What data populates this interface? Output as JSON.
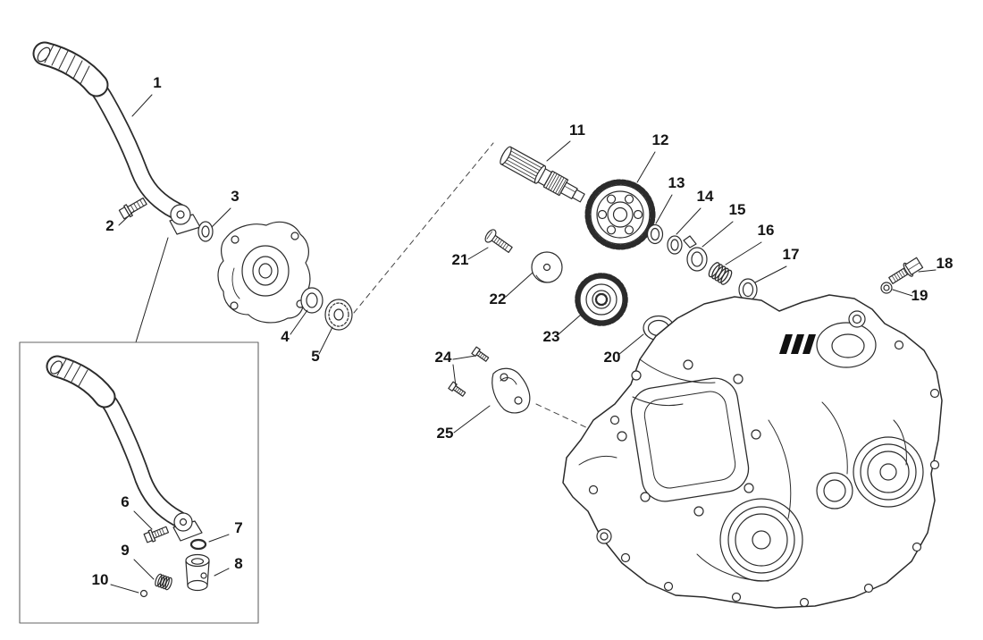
{
  "diagram": {
    "background": "#ffffff",
    "line_color": "#2b2b2b",
    "label_color": "#141414",
    "parts": [
      {
        "label": "1"
      },
      {
        "label": "2"
      },
      {
        "label": "3"
      },
      {
        "label": "4"
      },
      {
        "label": "5"
      },
      {
        "label": "6"
      },
      {
        "label": "7"
      },
      {
        "label": "8"
      },
      {
        "label": "9"
      },
      {
        "label": "10"
      },
      {
        "label": "11"
      },
      {
        "label": "12"
      },
      {
        "label": "13"
      },
      {
        "label": "14"
      },
      {
        "label": "15"
      },
      {
        "label": "16"
      },
      {
        "label": "17"
      },
      {
        "label": "18"
      },
      {
        "label": "19"
      },
      {
        "label": "20"
      },
      {
        "label": "21"
      },
      {
        "label": "22"
      },
      {
        "label": "23"
      },
      {
        "label": "24"
      },
      {
        "label": "25"
      }
    ]
  }
}
